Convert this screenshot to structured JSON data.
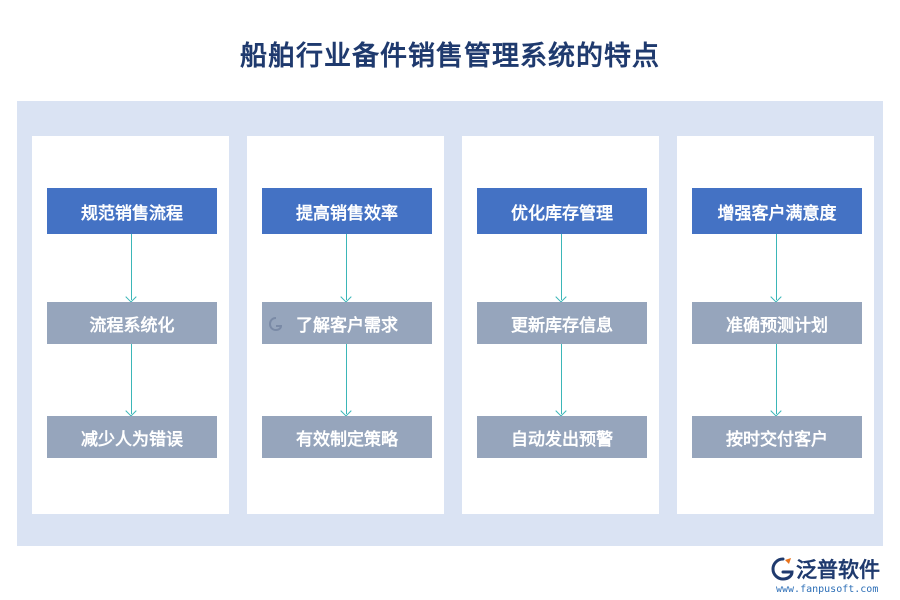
{
  "title": "船舶行业备件销售管理系统的特点",
  "columns": [
    {
      "head": "规范销售流程",
      "steps": [
        "流程系统化",
        "减少人为错误"
      ]
    },
    {
      "head": "提高销售效率",
      "steps": [
        "了解客户需求",
        "有效制定策略"
      ]
    },
    {
      "head": "优化库存管理",
      "steps": [
        "更新库存信息",
        "自动发出预警"
      ]
    },
    {
      "head": "增强客户满意度",
      "steps": [
        "准确预测计划",
        "按时交付客户"
      ]
    }
  ],
  "brand": {
    "name": "泛普软件",
    "url": "www.fanpusoft.com"
  },
  "colors": {
    "title": "#1f3a6e",
    "panel": "#dae3f3",
    "head_box": "#4472c4",
    "sub_box": "#96a5bc",
    "arrow": "#3bb6b8"
  }
}
